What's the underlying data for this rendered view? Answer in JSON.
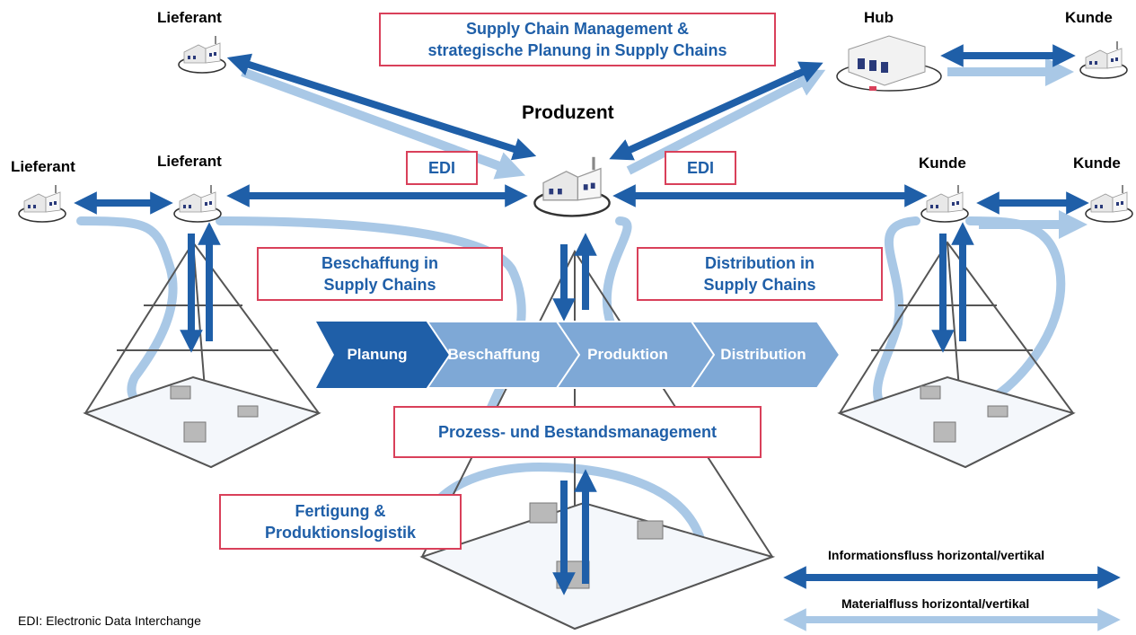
{
  "colors": {
    "info_arrow": "#1f5fa8",
    "material_flow": "#a9c8e6",
    "box_border": "#d9405a",
    "box_text": "#1f5fa8",
    "process_dark": "#1f5fa8",
    "process_light": "#7ea8d6"
  },
  "nodes": {
    "lieferant_top": "Lieferant",
    "lieferant_left": "Lieferant",
    "lieferant_mid": "Lieferant",
    "produzent": "Produzent",
    "hub": "Hub",
    "kunde_top": "Kunde",
    "kunde_mid": "Kunde",
    "kunde_right": "Kunde"
  },
  "boxes": {
    "scm_line1": "Supply Chain Management &",
    "scm_line2": "strategische Planung in Supply Chains",
    "edi_left": "EDI",
    "edi_right": "EDI",
    "beschaffung_line1": "Beschaffung in",
    "beschaffung_line2": "Supply Chains",
    "distribution_line1": "Distribution in",
    "distribution_line2": "Supply Chains",
    "prozess": "Prozess- und Bestandsmanagement",
    "fertigung_line1": "Fertigung &",
    "fertigung_line2": "Produktionslogistik"
  },
  "process_chain": [
    "Planung",
    "Beschaffung",
    "Produktion",
    "Distribution"
  ],
  "legend": {
    "info": "Informationsfluss horizontal/vertikal",
    "material": "Materialfluss horizontal/vertikal"
  },
  "footnote": "EDI: Electronic Data Interchange"
}
